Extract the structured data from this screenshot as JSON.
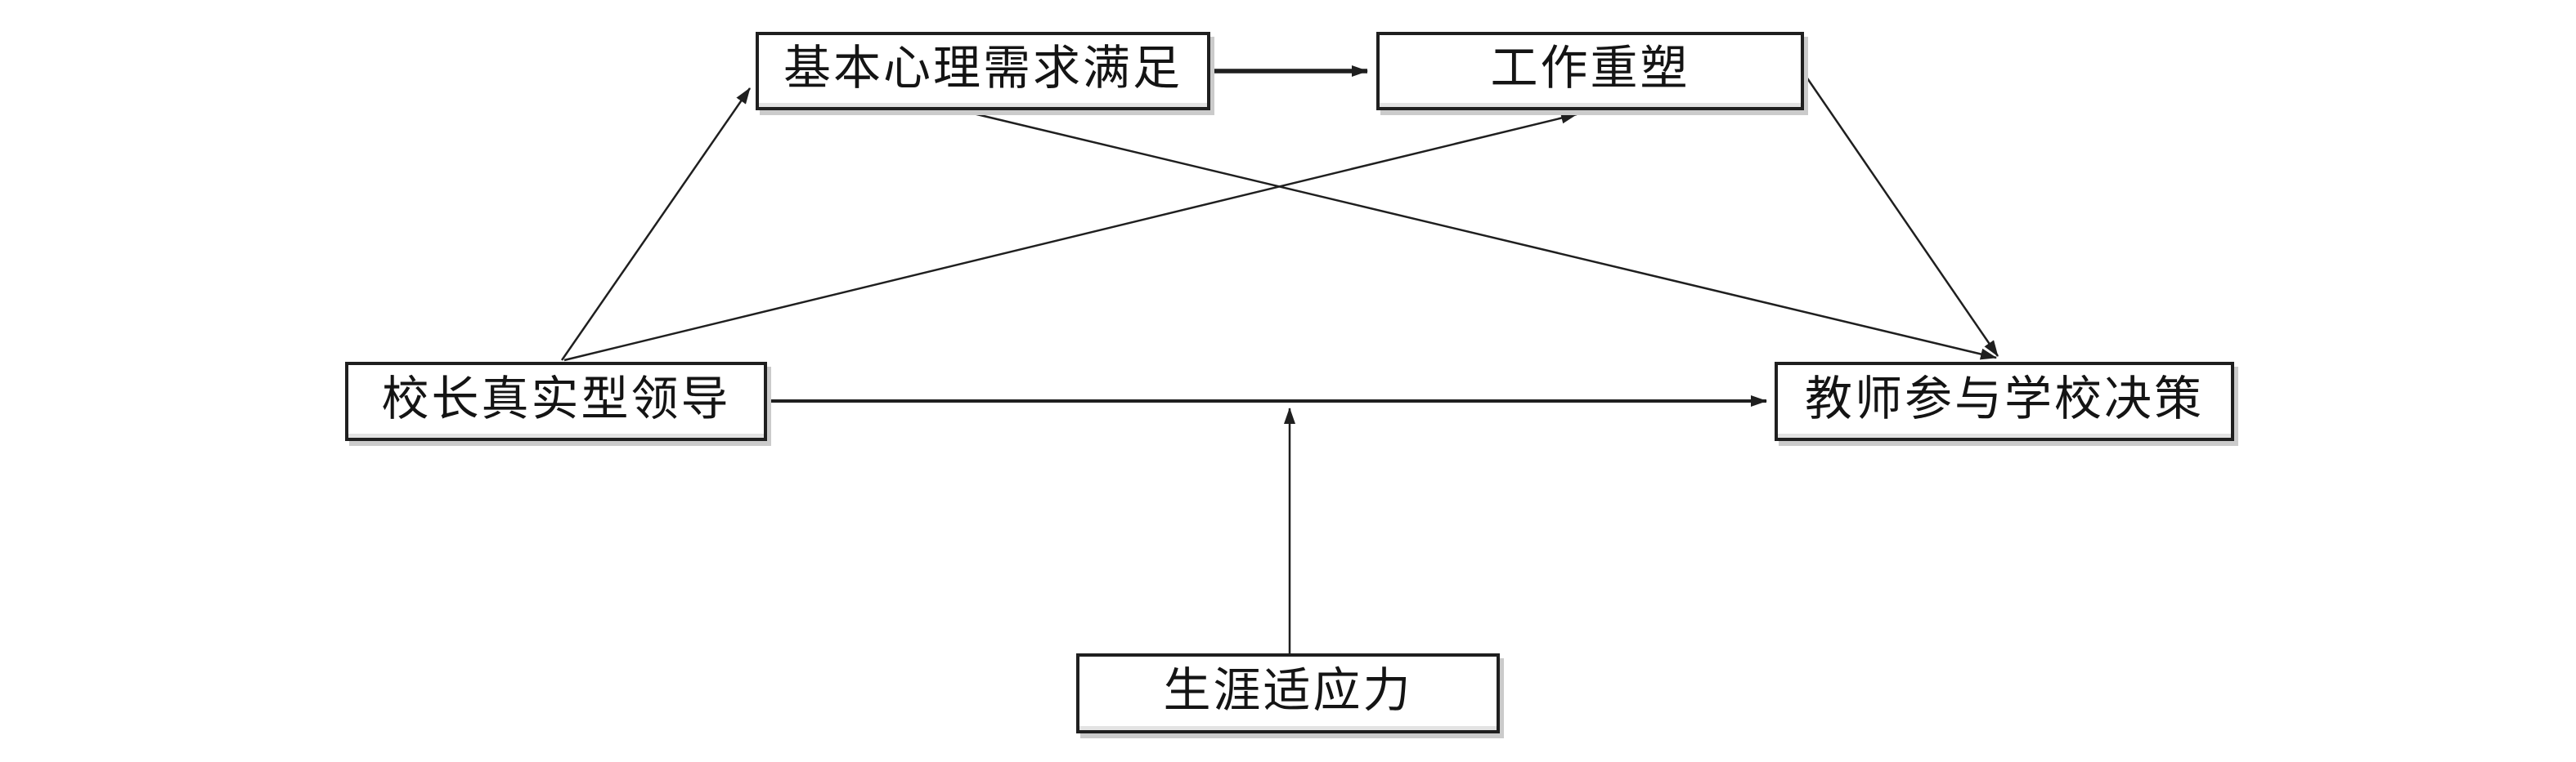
{
  "figure_type": "path-model-diagram",
  "colors": {
    "background": "#ffffff",
    "box_border": "#1f1f1f",
    "box_fill": "#ffffff",
    "arrow": "#1f1f1f",
    "text": "#141414",
    "shadow": "#cbcbcb"
  },
  "nodes": [
    {
      "id": "basic-needs",
      "label": "基本心理需求满足",
      "role": "mediator-1"
    },
    {
      "id": "job-crafting",
      "label": "工作重塑",
      "role": "mediator-2"
    },
    {
      "id": "leadership",
      "label": "校长真实型领导",
      "role": "independent-variable"
    },
    {
      "id": "participation",
      "label": "教师参与学校决策",
      "role": "dependent-variable"
    },
    {
      "id": "adaptability",
      "label": "生涯适应力",
      "role": "moderator"
    }
  ],
  "edges": [
    {
      "from": "校长真实型领导",
      "to": "基本心理需求满足",
      "type": "direct-arrow"
    },
    {
      "from": "基本心理需求满足",
      "to": "工作重塑",
      "type": "direct-arrow"
    },
    {
      "from": "校长真实型领导",
      "to": "工作重塑",
      "type": "direct-arrow"
    },
    {
      "from": "基本心理需求满足",
      "to": "教师参与学校决策",
      "type": "direct-arrow"
    },
    {
      "from": "工作重塑",
      "to": "教师参与学校决策",
      "type": "direct-arrow"
    },
    {
      "from": "校长真实型领导",
      "to": "教师参与学校决策",
      "type": "direct-arrow"
    },
    {
      "from": "生涯适应力",
      "to": "校长真实型领导 → 教师参与学校决策",
      "type": "moderation-arrow"
    }
  ]
}
